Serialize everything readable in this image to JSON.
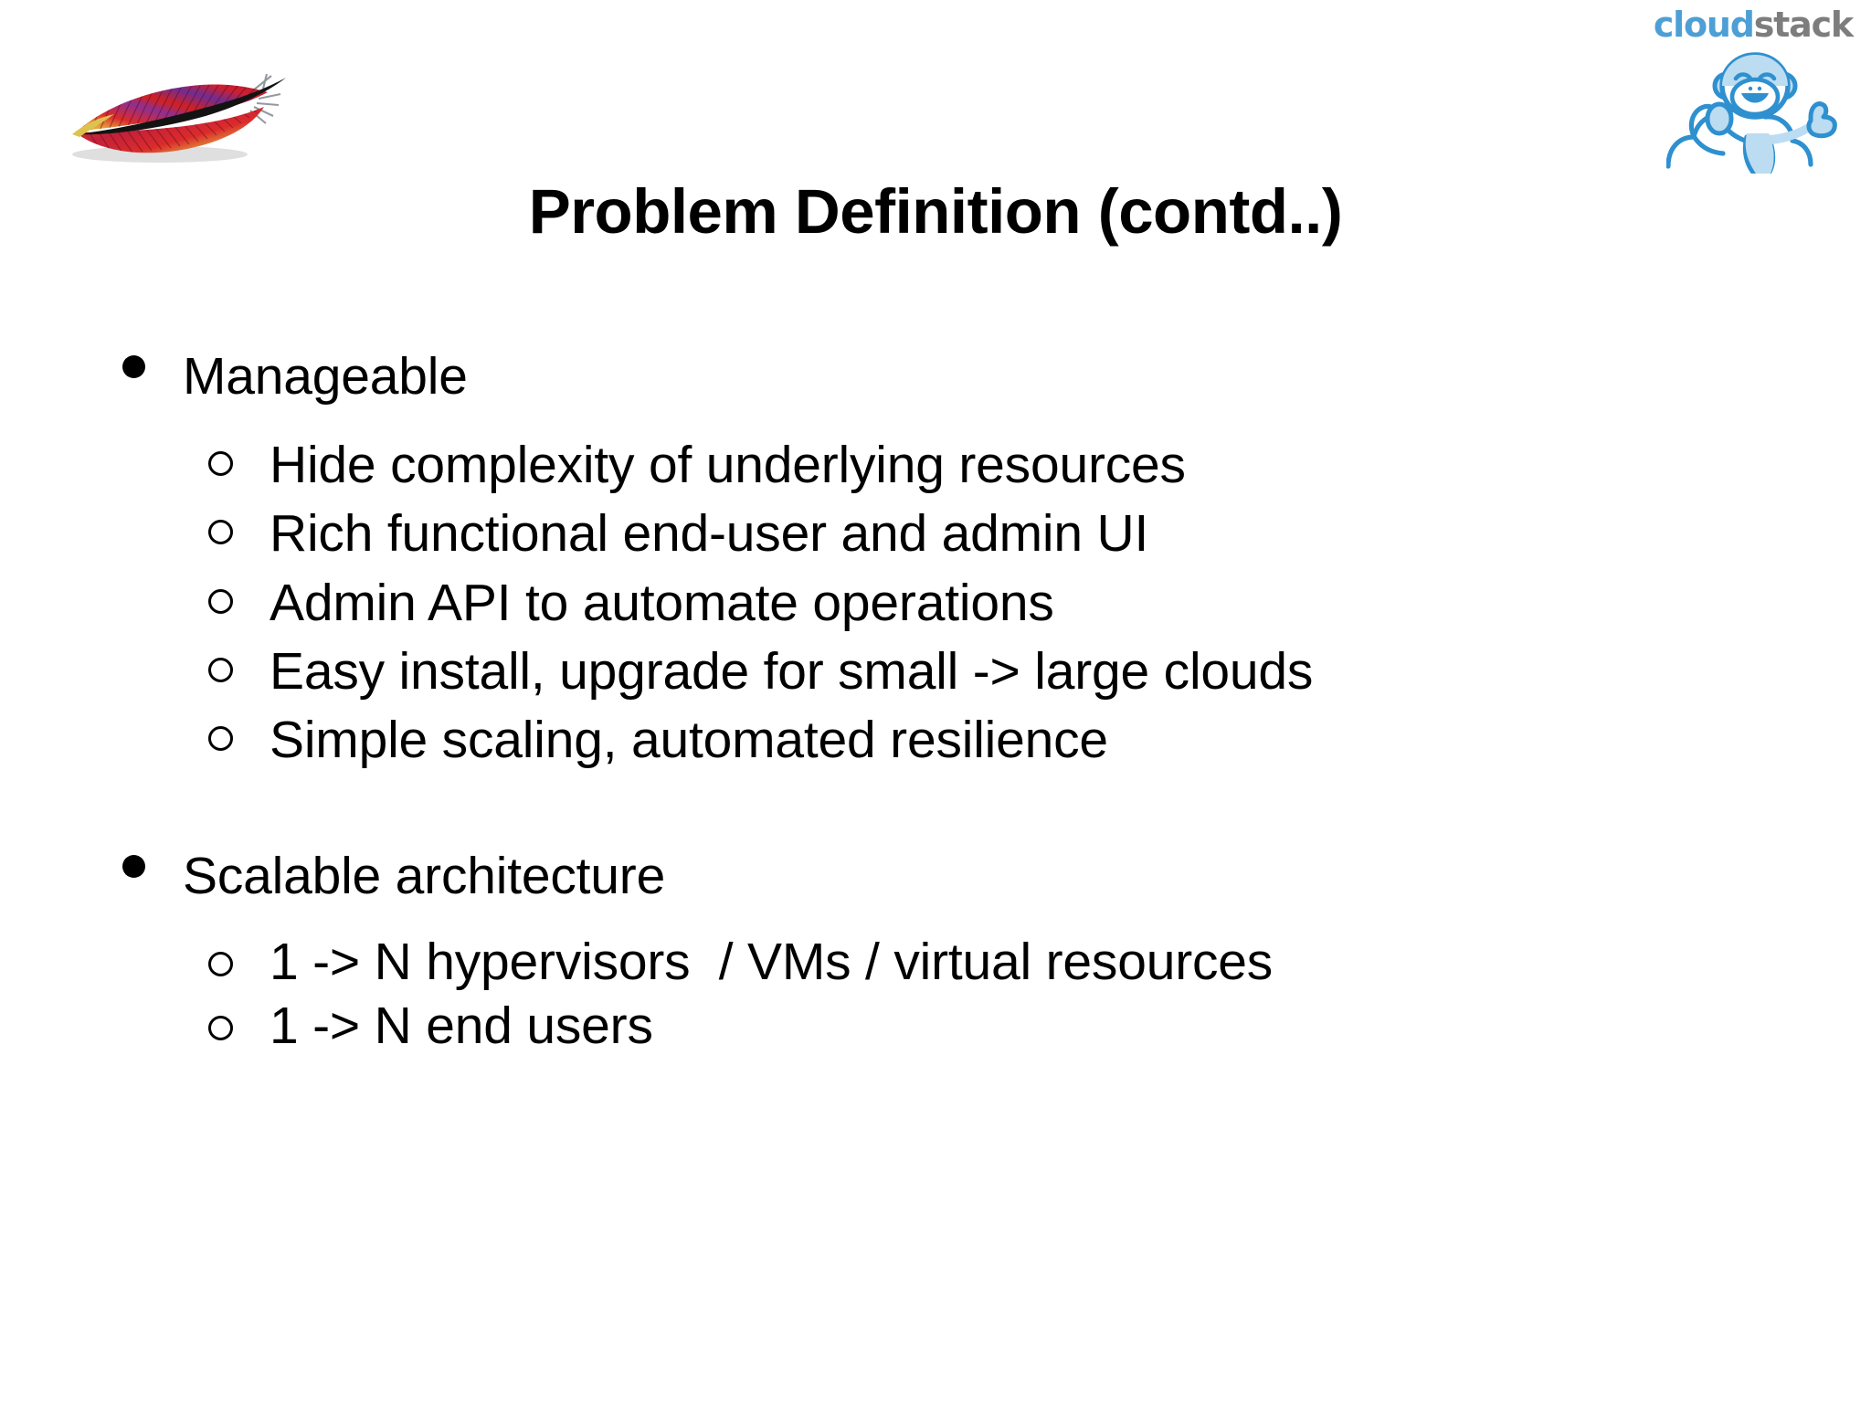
{
  "slide": {
    "title": "Problem Definition (contd..)",
    "background_color": "#ffffff",
    "text_color": "#000000"
  },
  "logos": {
    "apache": {
      "name": "apache-feather-logo",
      "colors": [
        "#c8102e",
        "#e8332a",
        "#7a2a8c",
        "#e8c44a",
        "#1a1a1a",
        "#9aa0a6"
      ]
    },
    "cloudstack": {
      "name": "cloudstack-logo",
      "word_cloud": "cloud",
      "word_stack": "stack",
      "cloud_color": "#4d9fd6",
      "stack_color": "#7d7d7d",
      "mark_color": "#2e90cf",
      "mark_fill": "#bcdcf2"
    }
  },
  "content": {
    "groups": [
      {
        "heading": "Manageable",
        "items": [
          "Hide complexity of underlying resources",
          "Rich functional end-user and admin UI",
          "Admin API to automate operations",
          "Easy install, upgrade for small -> large clouds",
          "Simple scaling, automated resilience"
        ]
      },
      {
        "heading": "Scalable architecture",
        "items": [
          "1 -> N hypervisors  / VMs / virtual resources",
          "1 -> N end users"
        ]
      }
    ]
  }
}
